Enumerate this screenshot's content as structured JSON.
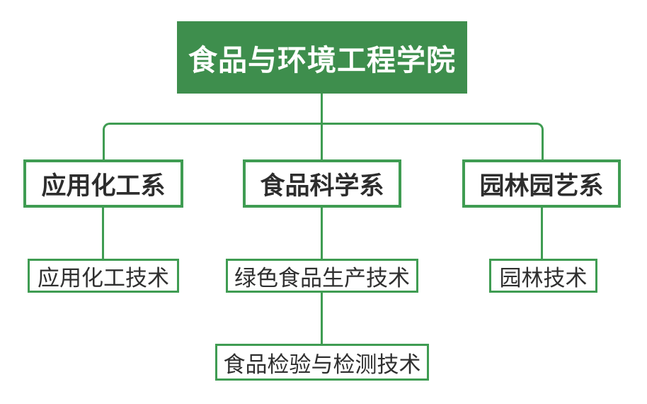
{
  "diagram": {
    "type": "org-chart",
    "title": "食品与环境工程学院",
    "colors": {
      "root_fill": "#3E8E4D",
      "line_and_border": "#3F9C52",
      "text_dark": "#2D2D2D",
      "root_text": "#FFFFFF",
      "background": "#FFFFFF"
    },
    "departments": [
      {
        "label": "应用化工系",
        "programs": [
          "应用化工技术"
        ]
      },
      {
        "label": "食品科学系",
        "programs": [
          "绿色食品生产技术",
          "食品检验与检测技术"
        ]
      },
      {
        "label": "园林园艺系",
        "programs": [
          "园林技术"
        ]
      }
    ]
  }
}
